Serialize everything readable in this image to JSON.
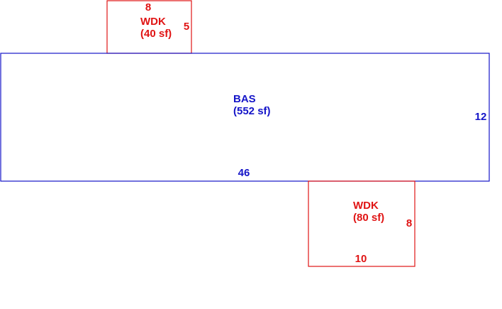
{
  "colors": {
    "bas": "#1414c8",
    "wdk": "#e01414",
    "background": "#ffffff"
  },
  "areas": {
    "wdk_top": {
      "code": "WDK",
      "area": "(40 sf)",
      "width_dim": "8",
      "height_dim": "5"
    },
    "bas": {
      "code": "BAS",
      "area": "(552 sf)",
      "width_dim": "46",
      "height_dim": "12"
    },
    "wdk_bottom": {
      "code": "WDK",
      "area": "(80 sf)",
      "width_dim": "10",
      "height_dim": "8"
    }
  }
}
